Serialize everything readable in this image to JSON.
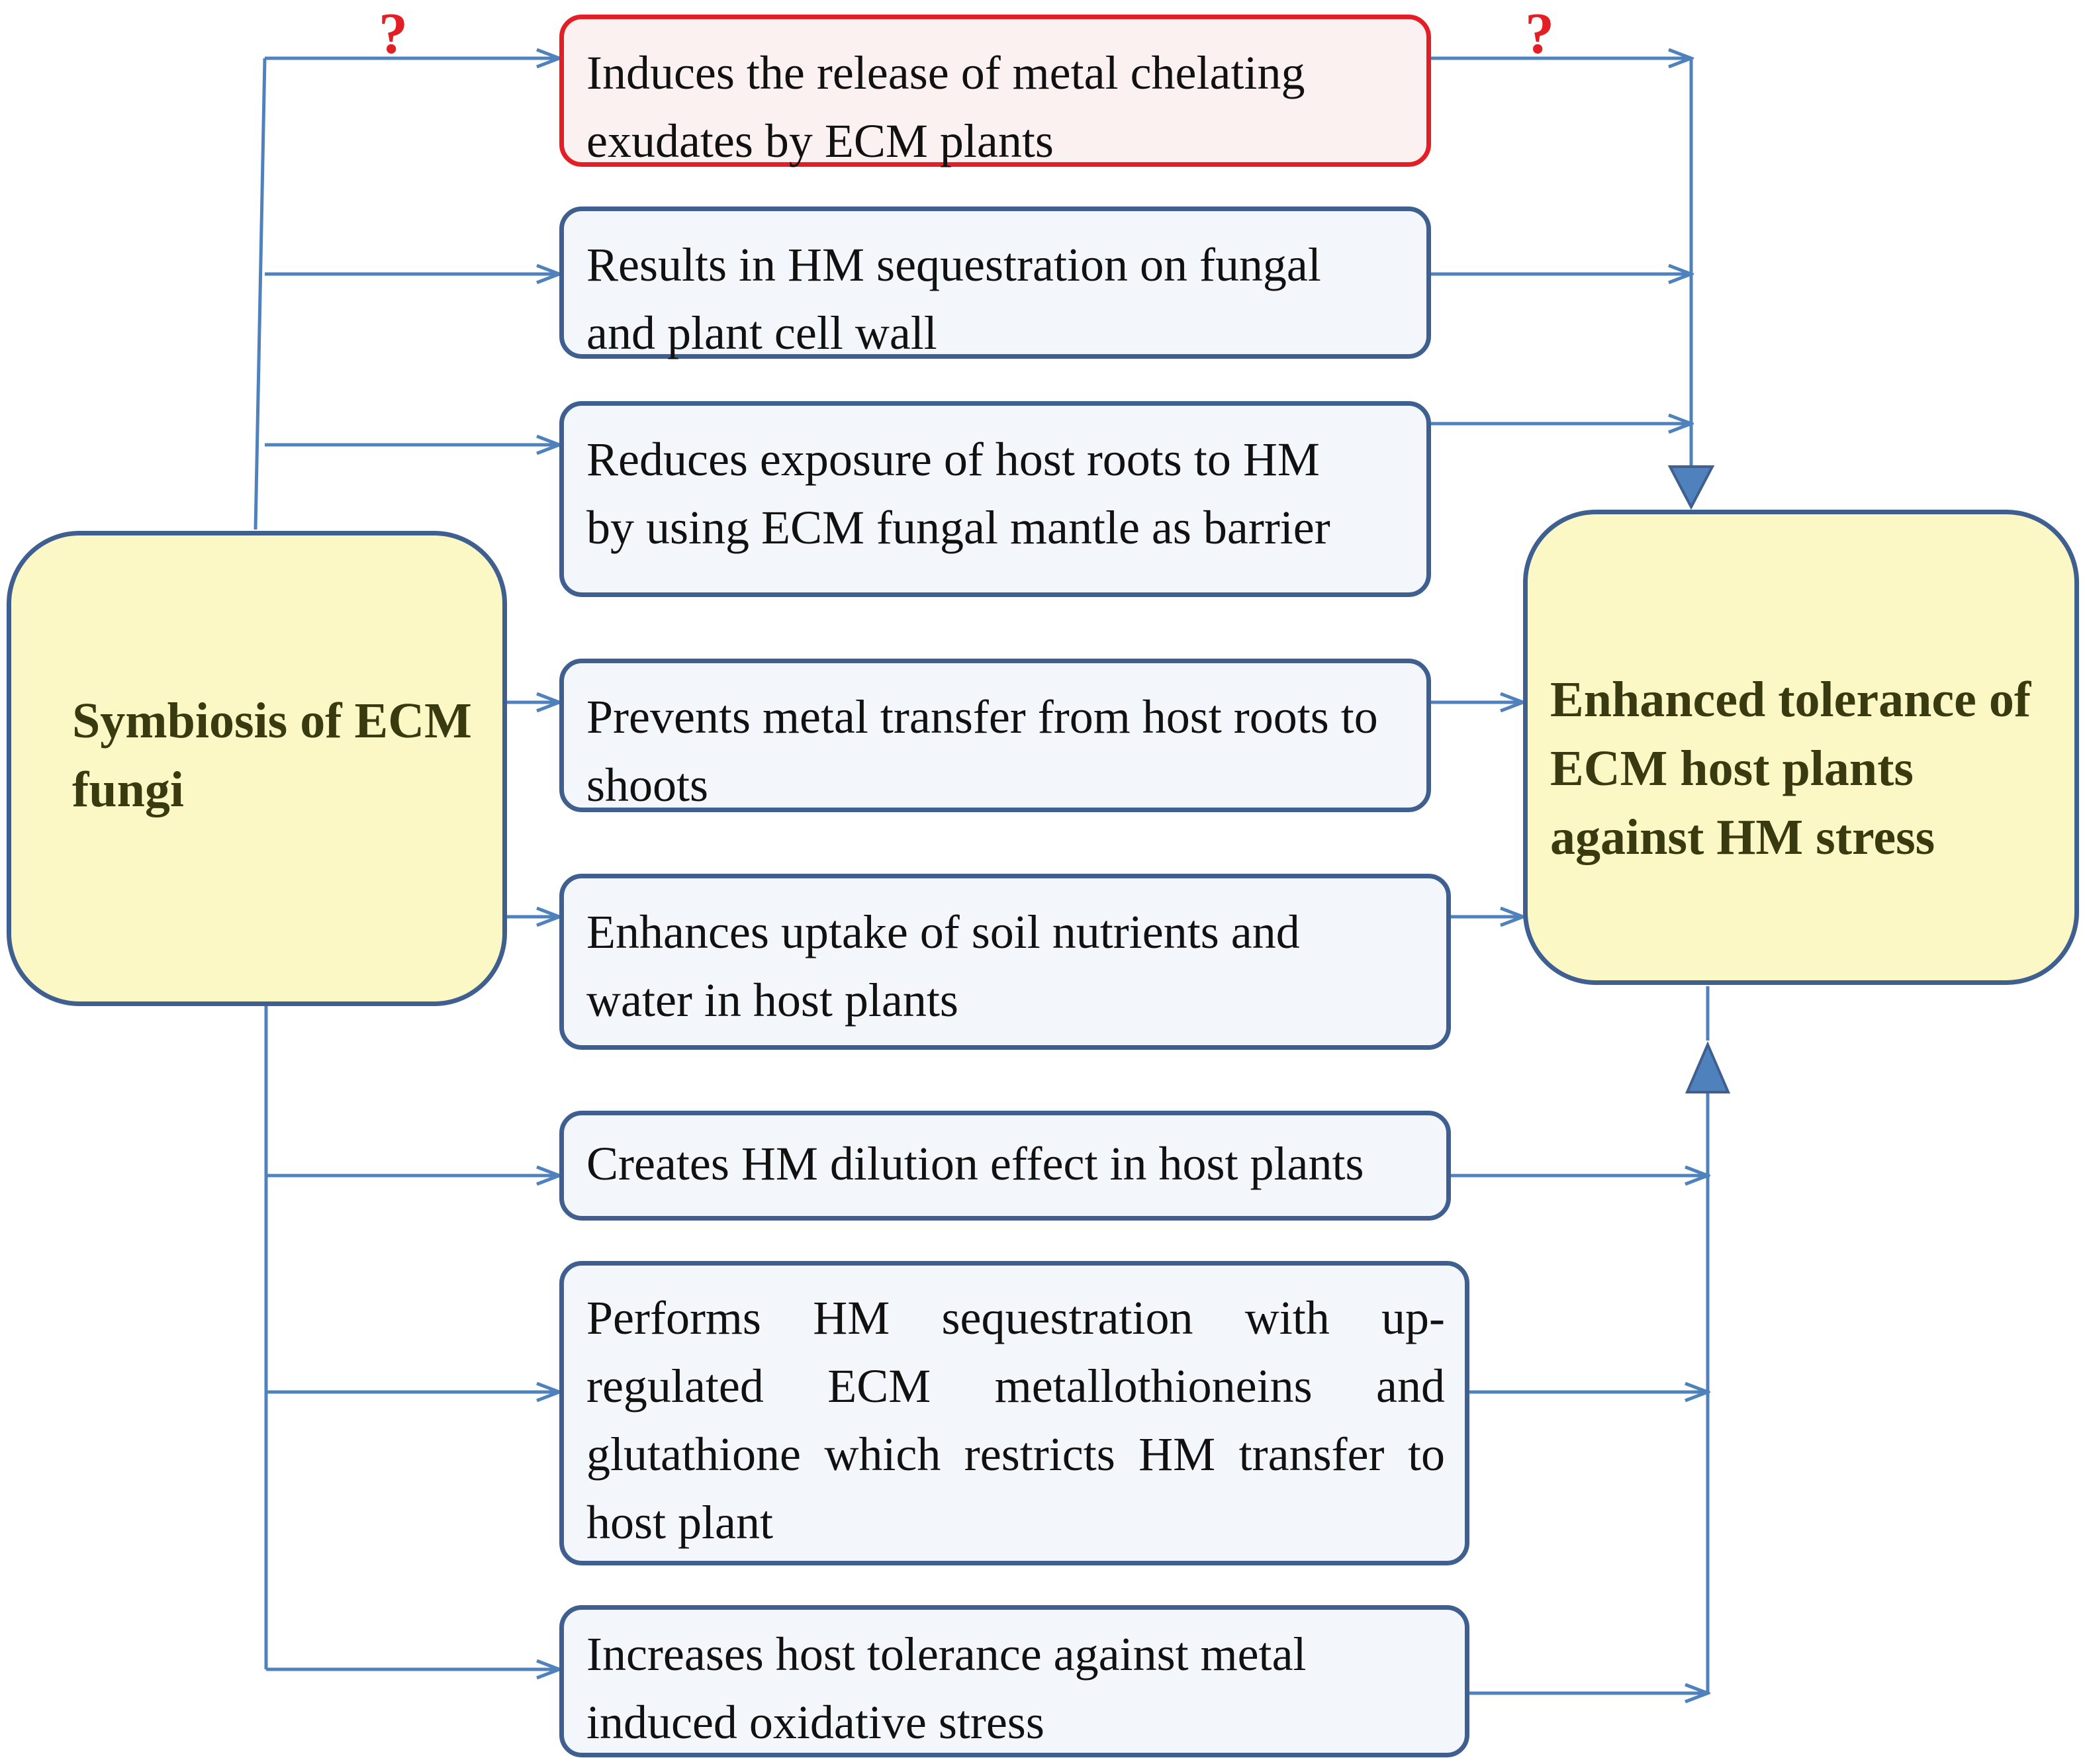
{
  "source": {
    "title": "Symbiosis of ECM fungi"
  },
  "target": {
    "title": "Enhanced tolerance of ECM host plants against HM stress"
  },
  "mechanisms": [
    {
      "text": "Induces the release of metal chelating exudates by ECM plants",
      "uncertain": true
    },
    {
      "text": "Results in HM sequestration on fungal and plant cell wall"
    },
    {
      "text": "Reduces exposure of host roots to HM by using ECM fungal mantle as barrier"
    },
    {
      "text": "Prevents metal transfer from host roots to shoots"
    },
    {
      "text": "Enhances uptake of soil nutrients and water in host plants"
    },
    {
      "text": "Creates HM dilution effect in host plants"
    },
    {
      "text": "Performs HM sequestration with up-regulated ECM metallothioneins and glutathione which restricts HM transfer to host plant"
    },
    {
      "text": "Increases host tolerance against metal induced oxidative stress"
    }
  ],
  "uncertainty_marks": [
    "?",
    "?"
  ],
  "colors": {
    "line": "#4f81bd",
    "box_border": "#3f5f91",
    "box_fill": "#f3f6fa",
    "highlight_border": "#e31e24",
    "highlight_fill": "#fcf1f1",
    "node_fill": "#fbf8c6",
    "node_text": "#3a3a10",
    "question": "#e31e24"
  }
}
